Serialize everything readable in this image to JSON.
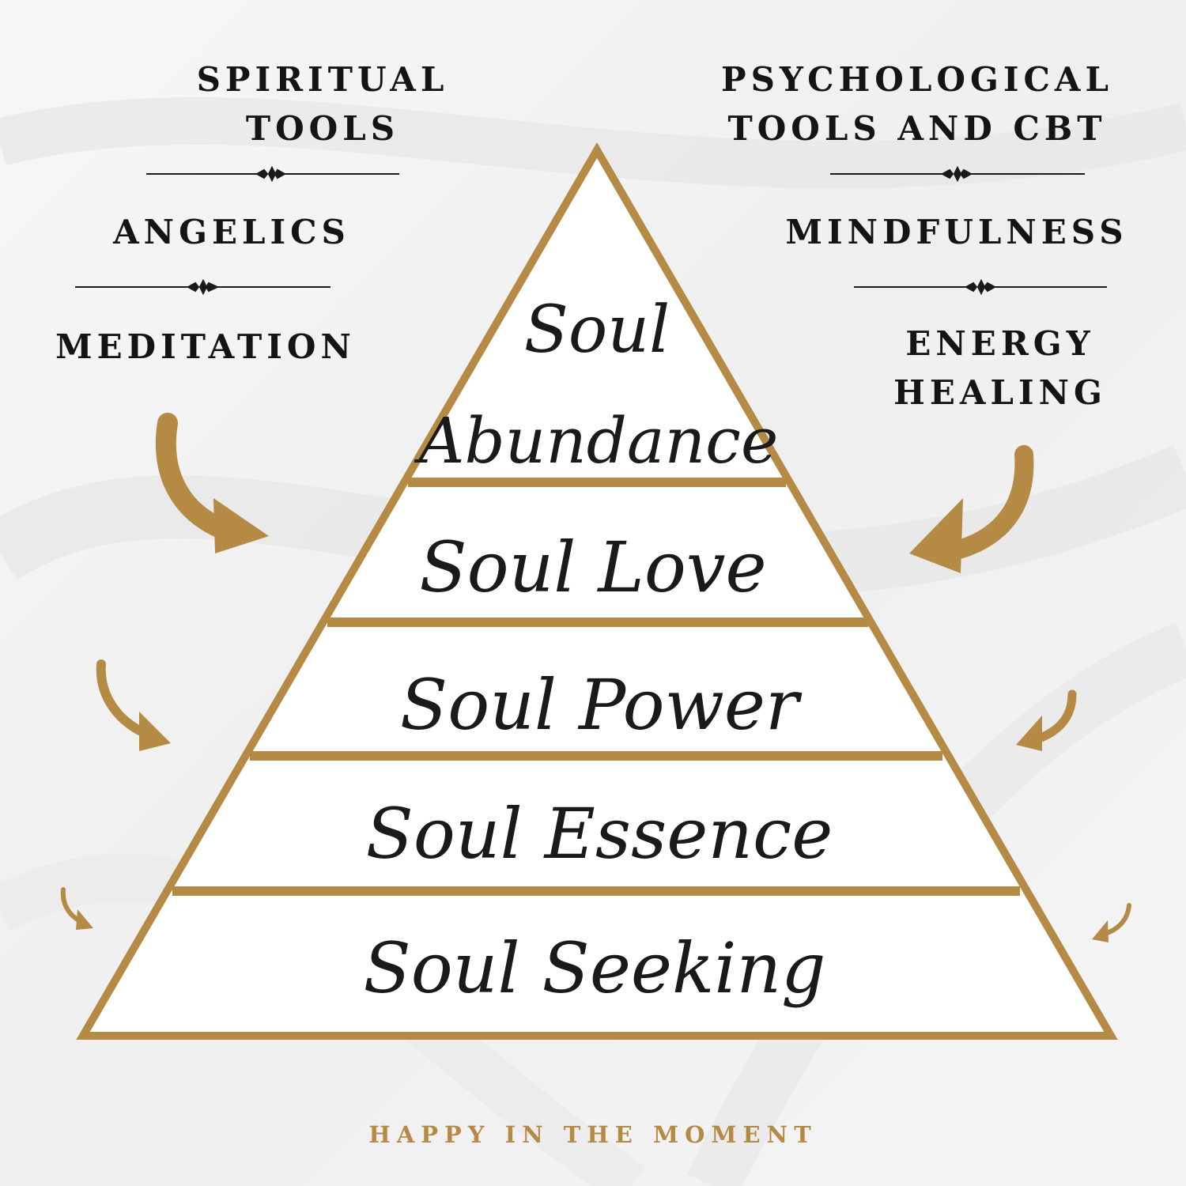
{
  "colors": {
    "accent": "#b58a44",
    "text": "#141414",
    "fill": "#ffffff"
  },
  "left_labels": [
    {
      "text": "SPIRITUAL\nTOOLS"
    },
    {
      "text": "ANGELICS"
    },
    {
      "text": "MEDITATION"
    }
  ],
  "right_labels": [
    {
      "text": "PSYCHOLOGICAL\nTOOLS AND CBT"
    },
    {
      "text": "MINDFULNESS"
    },
    {
      "text": "ENERGY\nHEALING"
    }
  ],
  "pyramid_tiers": [
    {
      "label": "Soul Abundance"
    },
    {
      "label": "Soul Love"
    },
    {
      "label": "Soul Power"
    },
    {
      "label": "Soul Essence"
    },
    {
      "label": "Soul Seeking"
    }
  ],
  "footer": "HAPPY IN THE MOMENT"
}
